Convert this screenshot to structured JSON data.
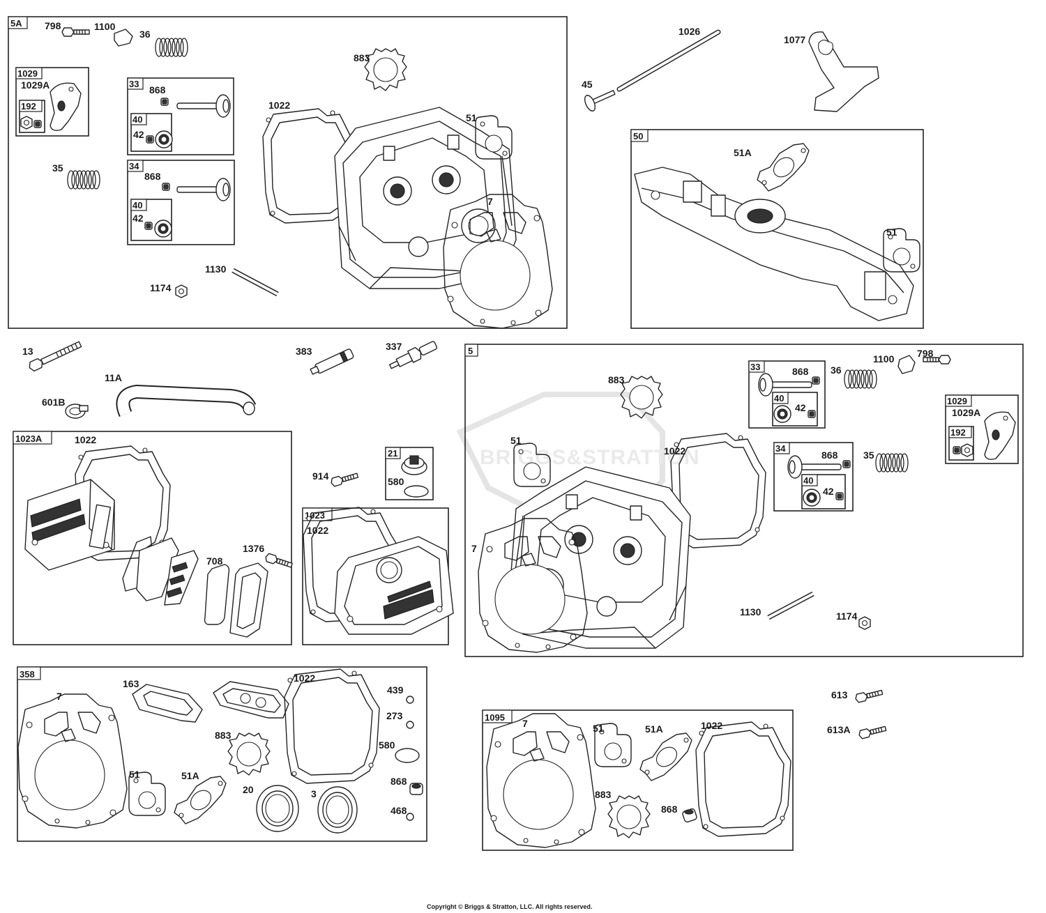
{
  "watermark": "BRIGGS&STRATTON",
  "copyright": "Copyright © Briggs & Stratton, LLC. All rights reserved.",
  "groups": {
    "g5A": "5A",
    "g50": "50",
    "g5": "5",
    "g1023A": "1023A",
    "g1023": "1023",
    "g21": "21",
    "g358": "358",
    "g1095": "1095",
    "g1029_a": "1029",
    "g192_a": "192",
    "g33_a": "33",
    "g40_a1": "40",
    "g34_a": "34",
    "g40_a2": "40",
    "g33_b": "33",
    "g40_b1": "40",
    "g34_b": "34",
    "g40_b2": "40",
    "g1029_b": "1029",
    "g192_b": "192"
  },
  "labels": {
    "l798a": "798",
    "l1100a": "1100",
    "l36a": "36",
    "l1029Aa": "1029A",
    "l868a1": "868",
    "l42a1": "42",
    "l35a": "35",
    "l868a2": "868",
    "l42a2": "42",
    "l883a": "883",
    "l1022a": "1022",
    "l51a": "51",
    "l7a": "7",
    "l1130a": "1130",
    "l1174a": "1174",
    "l1026": "1026",
    "l1077": "1077",
    "l45": "45",
    "l51A_50": "51A",
    "l51_50": "51",
    "l13": "13",
    "l11A": "11A",
    "l601B": "601B",
    "l383": "383",
    "l337": "337",
    "l1022_1023A": "1022",
    "l708": "708",
    "l1376": "1376",
    "l914": "914",
    "l580_21": "580",
    "l1022_1023": "1022",
    "l883b": "883",
    "l51b": "51",
    "l1022b": "1022",
    "l7b": "7",
    "l868b1": "868",
    "l42b1": "42",
    "l36b": "36",
    "l1100b": "1100",
    "l798b": "798",
    "l868b2": "868",
    "l42b2": "42",
    "l35b": "35",
    "l1029Ab": "1029A",
    "l1130b": "1130",
    "l1174b": "1174",
    "l7_358": "7",
    "l163": "163",
    "l1022_358": "1022",
    "l439": "439",
    "l273": "273",
    "l580_358": "580",
    "l883_358": "883",
    "l51_358": "51",
    "l51A_358": "51A",
    "l20": "20",
    "l3": "3",
    "l868_358": "868",
    "l468": "468",
    "l613": "613",
    "l613A": "613A",
    "l7_1095": "7",
    "l51_1095": "51",
    "l51A_1095": "51A",
    "l1022_1095": "1022",
    "l883_1095": "883",
    "l868_1095": "868"
  }
}
